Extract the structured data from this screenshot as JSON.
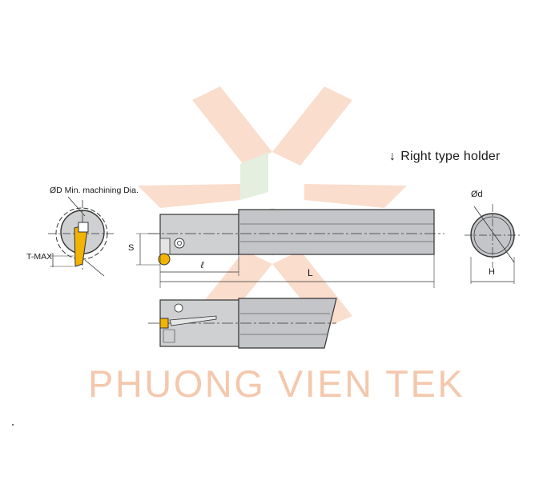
{
  "holder_type": {
    "arrow": "↓",
    "text": "Right  type holder"
  },
  "labels": {
    "min_dia": "ØD Min. machining Dia.",
    "t_max": "T-MAX",
    "s": "S",
    "l_small": "ℓ",
    "l_total": "L",
    "d": "Ød",
    "h": "H"
  },
  "watermark": "PHUONG VIEN TEK",
  "colors": {
    "body_fill": "#cfd0d2",
    "shank_fill": "#c3c5c8",
    "insert_yellow": "#f2b400",
    "outline": "#333333",
    "watermark": "#f4c8ad"
  }
}
